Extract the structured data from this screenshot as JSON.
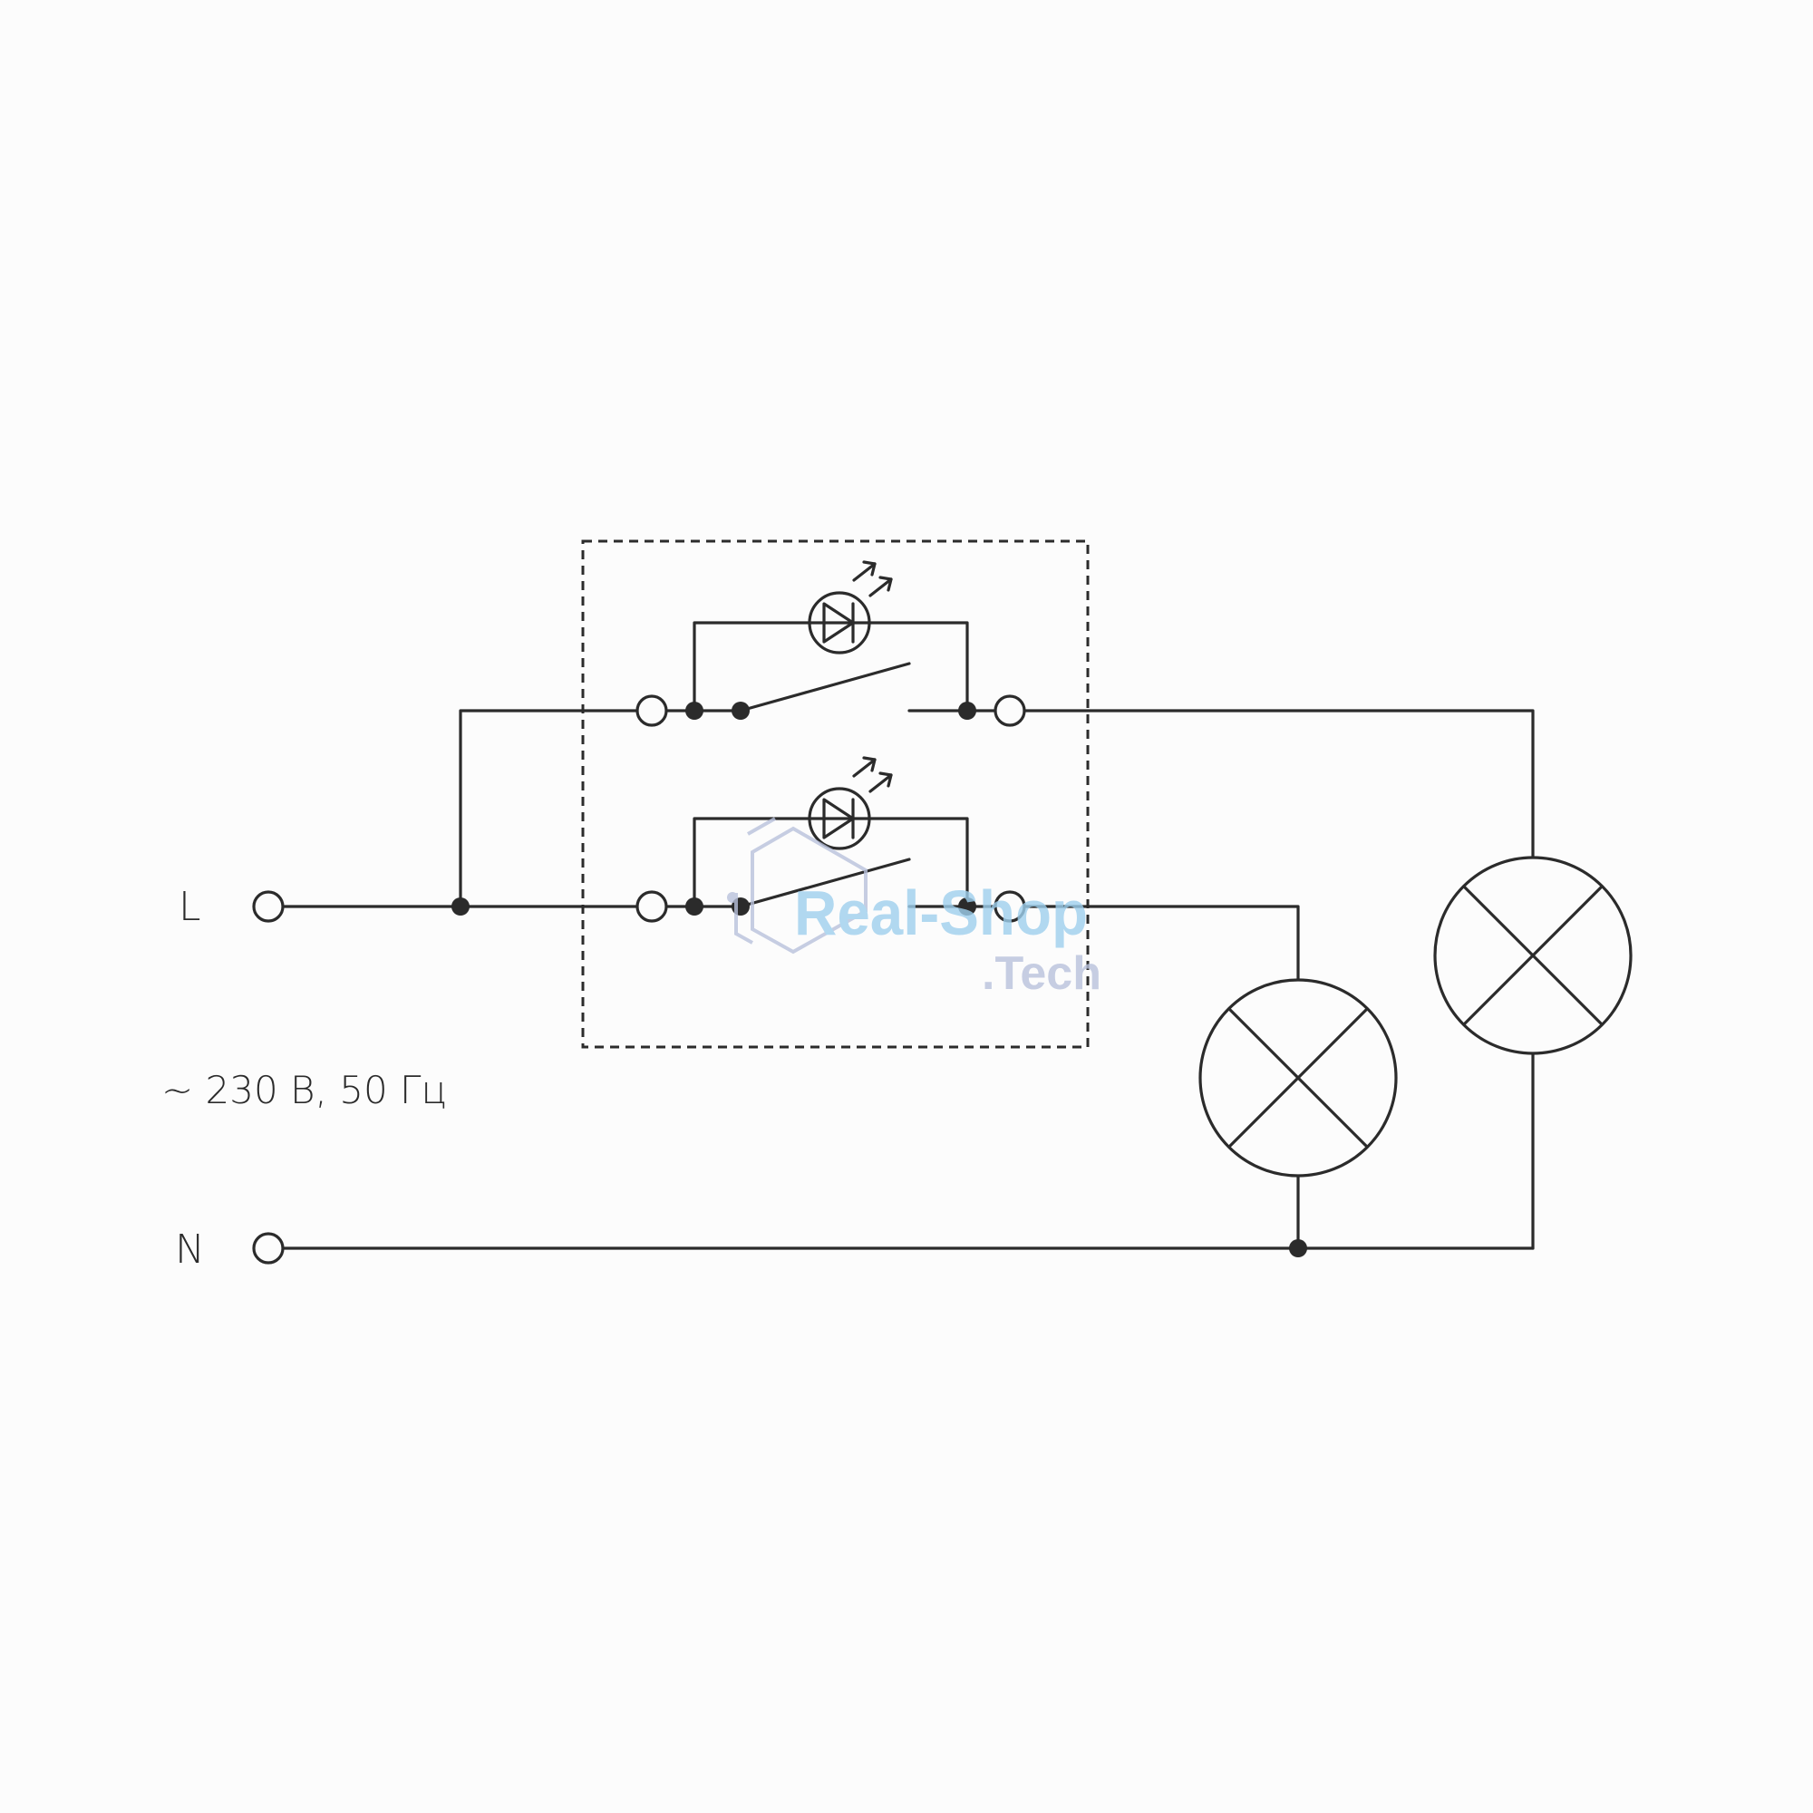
{
  "labels": {
    "line": "L",
    "neutral": "N",
    "supply": "~ 230 В, 50 Гц"
  },
  "watermark": {
    "line1": "Real-Shop",
    "line2": ".Tech"
  },
  "colors": {
    "stroke": "#2b2b2b",
    "background": "#fcfcfc",
    "watermark_primary": "#9fd0ee",
    "watermark_secondary": "#b9c2dc"
  },
  "components": {
    "switch_count": 2,
    "lamp_count": 2,
    "indicator_led_count": 2
  }
}
